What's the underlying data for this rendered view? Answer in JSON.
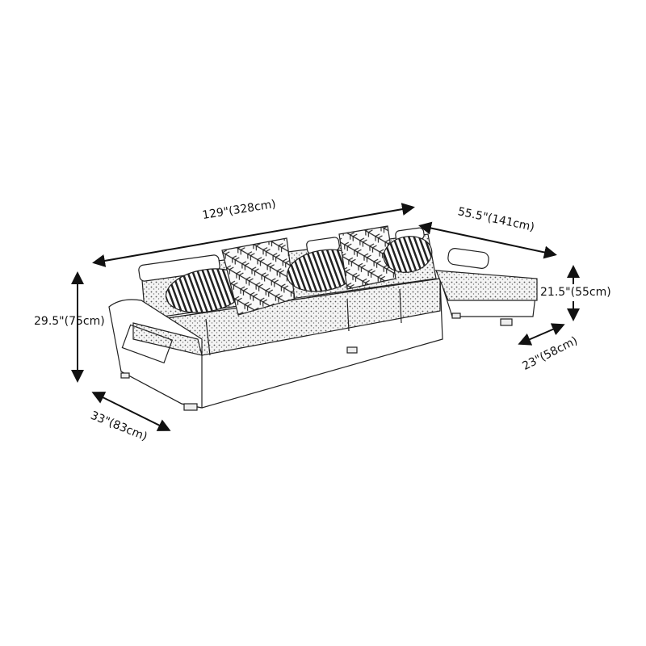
{
  "dimensions": {
    "total_length": "129\"(328cm)",
    "chaise_length": "55.5\"(141cm)",
    "height": "29.5\"(75cm)",
    "chaise_height": "21.5\"(55cm)",
    "chaise_width": "23\"(58cm)",
    "depth": "33\"(83cm)"
  },
  "colors": {
    "line": "#111111",
    "background": "#ffffff"
  }
}
